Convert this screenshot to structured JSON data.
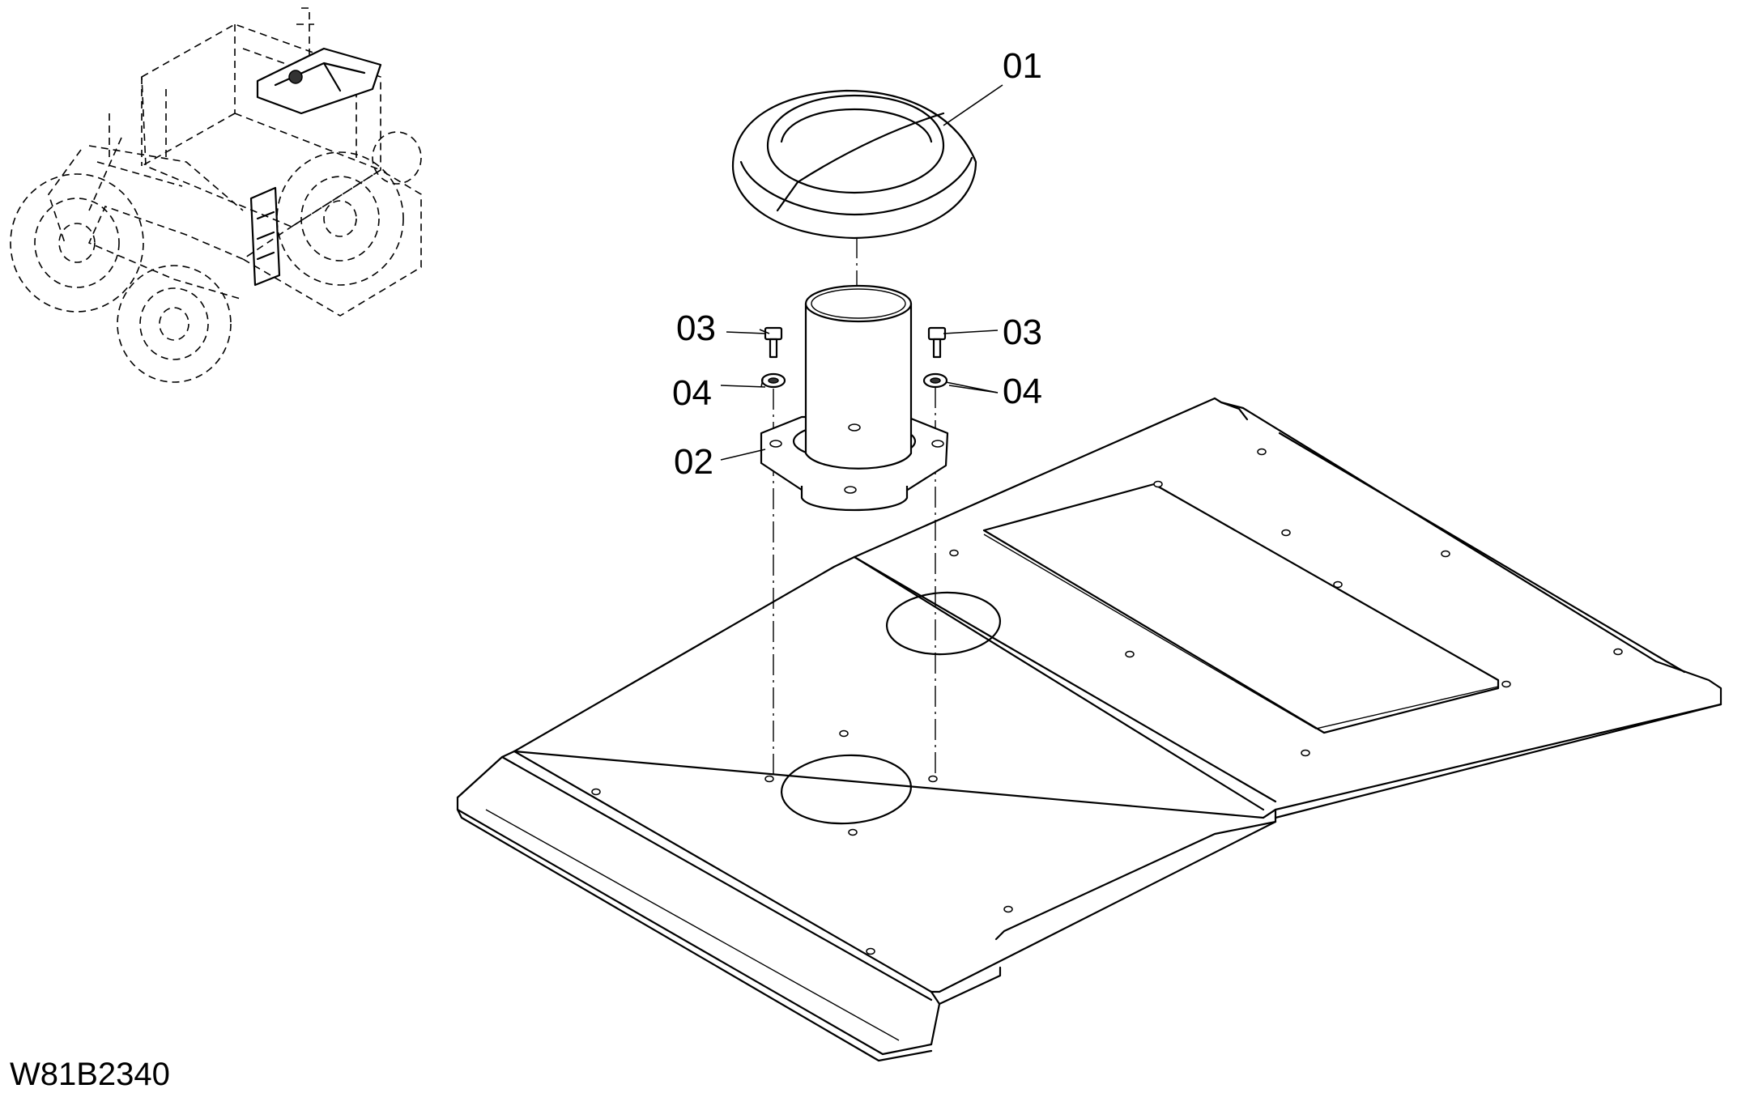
{
  "drawing_code": "W81B2340",
  "callouts": [
    {
      "id": "c01",
      "label": "01",
      "part": "cap"
    },
    {
      "id": "c02",
      "label": "02",
      "part": "flanged-pipe"
    },
    {
      "id": "c03a",
      "label": "03",
      "part": "bolt-left"
    },
    {
      "id": "c03b",
      "label": "03",
      "part": "bolt-right"
    },
    {
      "id": "c04a",
      "label": "04",
      "part": "washer-left"
    },
    {
      "id": "c04b",
      "label": "04",
      "part": "washer-right"
    }
  ]
}
